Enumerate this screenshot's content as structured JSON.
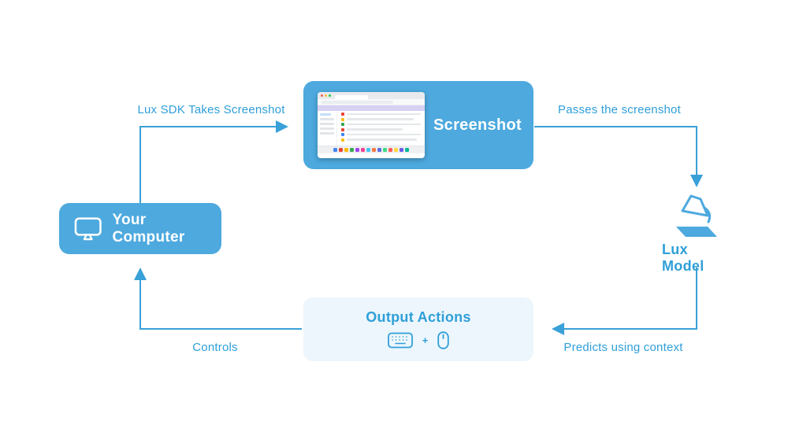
{
  "diagram": {
    "nodes": {
      "your_computer": {
        "label": "Your Computer"
      },
      "screenshot": {
        "label": "Screenshot"
      },
      "lux_model": {
        "label": "Lux Model"
      },
      "output_actions": {
        "title": "Output Actions",
        "plus": "+"
      }
    },
    "edges": {
      "sdk_takes_screenshot": {
        "label": "Lux SDK Takes Screenshot"
      },
      "passes_screenshot": {
        "label": "Passes the screenshot"
      },
      "predicts": {
        "label": "Predicts using context"
      },
      "controls": {
        "label": "Controls"
      }
    },
    "colors": {
      "node_blue": "#4da9de",
      "label_blue": "#2f9fd8",
      "arrow_blue": "#3aa0d8",
      "output_bg": "#ecf6fc"
    },
    "thumbnail": {
      "traffic_lights": [
        "#f66059",
        "#fbbd2e",
        "#2aca44"
      ],
      "mail_dot_colors": [
        "#ea4335",
        "#fbbc05",
        "#34a853",
        "#ea4335",
        "#4285f4",
        "#fbbc05"
      ],
      "dock_colors": [
        "#4285f4",
        "#ea4335",
        "#fbbc05",
        "#34a853",
        "#a142f4",
        "#f44292",
        "#42c6f4",
        "#f47b42",
        "#5b6ee1",
        "#3ddc84",
        "#ff5e57",
        "#ffd93d",
        "#6c5ce7",
        "#00b894"
      ]
    }
  }
}
